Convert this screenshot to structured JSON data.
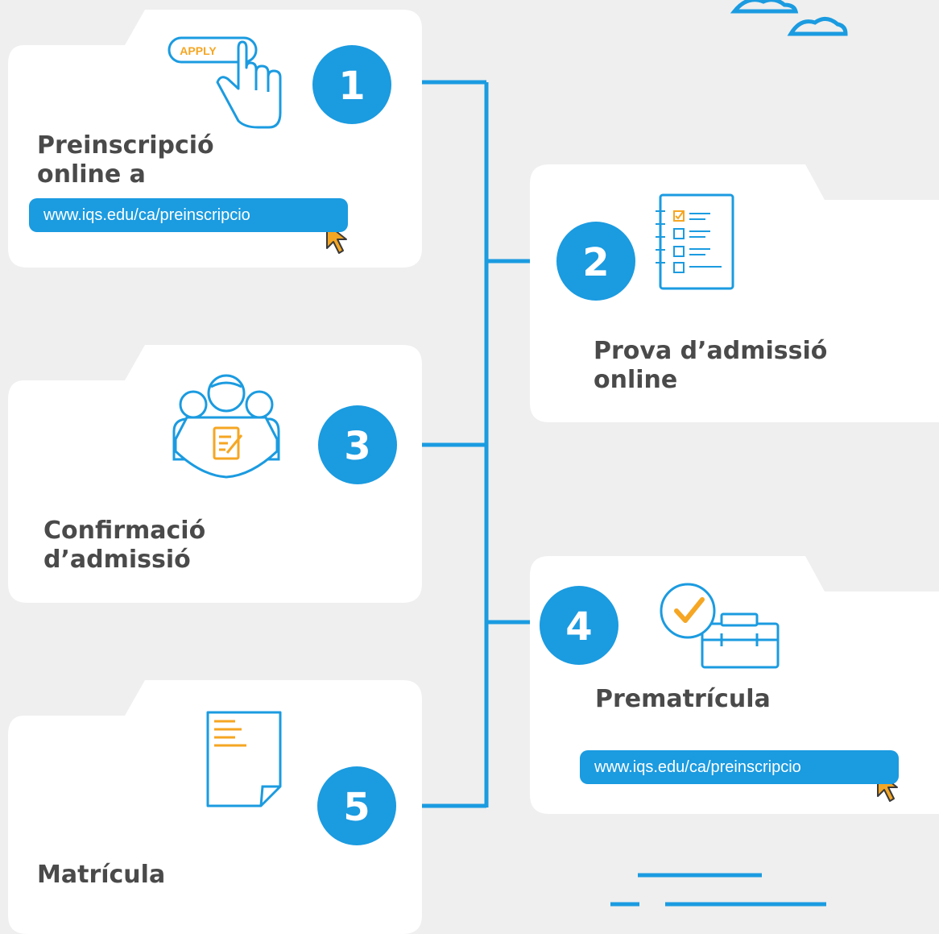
{
  "colors": {
    "primary": "#1b9be0",
    "accent": "#f5a623",
    "card": "#ffffff",
    "background": "#efefef",
    "text": "#4a4a4a"
  },
  "steps": [
    {
      "number": "1",
      "title_lines": [
        "Preinscripció",
        "online a"
      ],
      "url": "www.iqs.edu/ca/preinscripcio",
      "apply_label": "APPLY",
      "icon": "apply-hand-icon"
    },
    {
      "number": "2",
      "title_lines": [
        "Prova d’admissió",
        "online"
      ],
      "icon": "checklist-icon"
    },
    {
      "number": "3",
      "title_lines": [
        "Confirmació",
        "d’admissió"
      ],
      "icon": "team-document-icon"
    },
    {
      "number": "4",
      "title_lines": [
        "Prematrícula"
      ],
      "url": "www.iqs.edu/ca/preinscripcio",
      "icon": "check-briefcase-icon"
    },
    {
      "number": "5",
      "title_lines": [
        "Matrícula"
      ],
      "icon": "document-icon"
    }
  ]
}
